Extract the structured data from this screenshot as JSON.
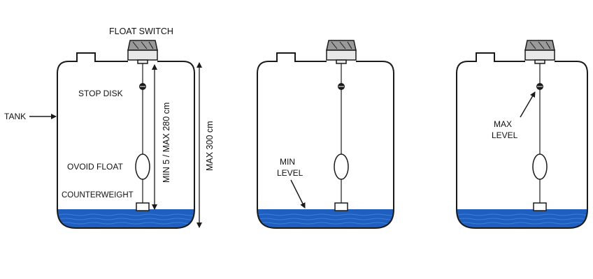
{
  "labels": {
    "float_switch": "FLOAT SWITCH",
    "tank": "TANK",
    "stop_disk": "STOP DISK",
    "ovoid_float": "OVOID FLOAT",
    "counterweight": "COUNTERWEIGHT",
    "cable_length": "MIN 5 / MAX 280 cm",
    "tank_height": "MAX 300 cm",
    "min_level_line1": "MIN",
    "min_level_line2": "LEVEL",
    "max_level_line1": "MAX",
    "max_level_line2": "LEVEL"
  },
  "colors": {
    "outline": "#1a1a1a",
    "water": "#1f5fbf",
    "water_light": "#3d7fd9",
    "switch_body": "#e8e8e8",
    "switch_cap": "#9a9a9a"
  }
}
